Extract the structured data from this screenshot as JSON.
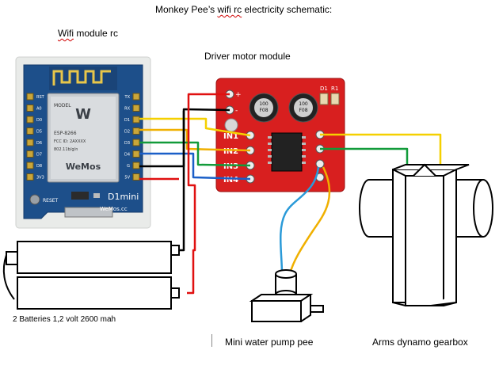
{
  "title": {
    "prefix": "Monkey Pee’s ",
    "underlined": "wifi rc",
    "suffix": " electricity schematic:"
  },
  "wifi_label": {
    "underlined": "Wifi",
    "suffix": " module rc"
  },
  "driver_label": "Driver motor module",
  "battery_label": "2 Batteries 1,2 volt 2600 mah",
  "pump_label": "Mini water pump pee",
  "gearbox_label": "Arms dynamo gearbox",
  "wemos": {
    "left_pins": [
      "RST",
      "A0",
      "D0",
      "D5",
      "D6",
      "D7",
      "D8",
      "3V3"
    ],
    "right_pins": [
      "TX",
      "RX",
      "D1",
      "D2",
      "D3",
      "D4",
      "G",
      "5V"
    ],
    "reset": "RESET",
    "model_lines": [
      "MODEL",
      "ESP-8266",
      "FCC ID: 2AXXXX",
      "802.11b/g/n"
    ],
    "brand": "WeMos",
    "board_name": "D1mini",
    "site": "WeMos.cc"
  },
  "driver": {
    "in_labels": [
      "IN1",
      "IN2",
      "IN3",
      "IN4"
    ],
    "cap1": "100\nF08",
    "cap2": "100\nF08",
    "top_labels": [
      "D1",
      "R1"
    ],
    "plus_minus": [
      "+",
      "-"
    ]
  },
  "colors": {
    "red": "#e01010",
    "black": "#000000",
    "yellow": "#f5d000",
    "green": "#129b3a",
    "blue": "#1a5fc8",
    "light_blue": "#2a9ad8",
    "orange_yellow": "#f0b000",
    "board_red": "#d81f1f",
    "wemos_blue": "#1d4f8a"
  }
}
